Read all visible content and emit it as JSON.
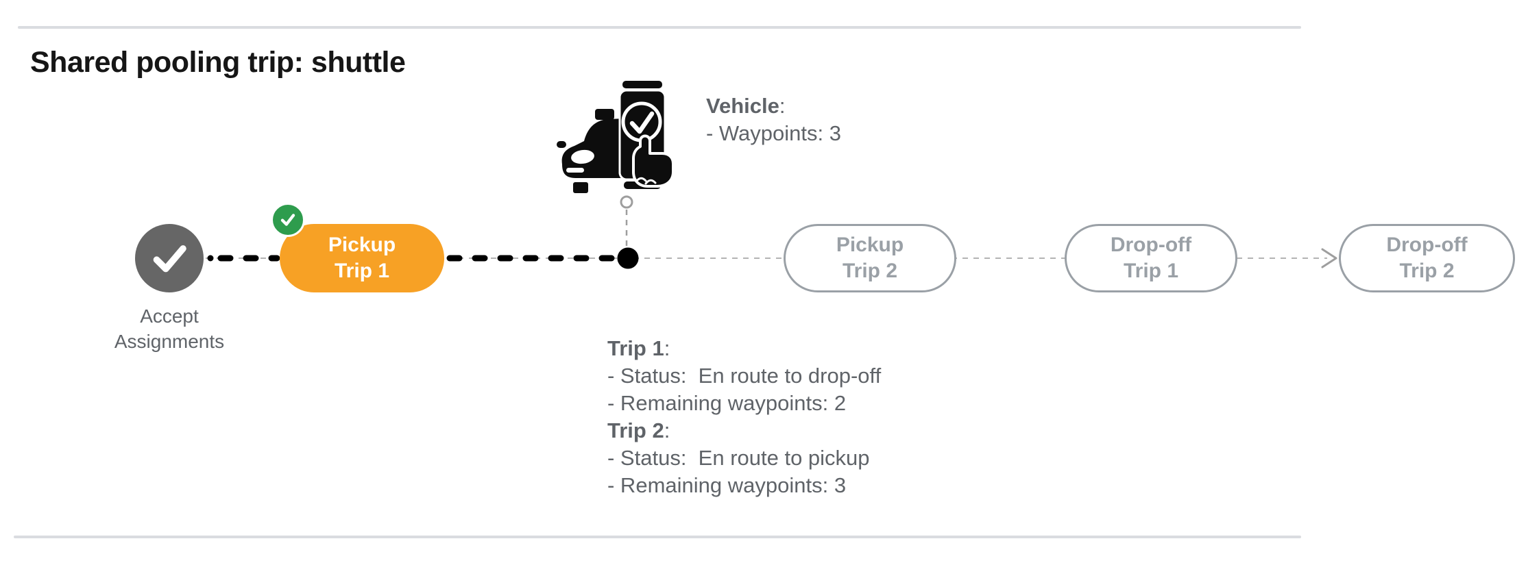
{
  "title": "Shared pooling trip: shuttle",
  "vehicle_info": {
    "label": "Vehicle",
    "colon": ":",
    "lines": [
      "- Waypoints: 3"
    ]
  },
  "timeline": {
    "start_node": {
      "label_lines": [
        "Accept",
        "Assignments"
      ]
    },
    "stops": [
      {
        "lines": [
          "Pickup",
          "Trip 1"
        ],
        "state": "active"
      },
      {
        "lines": [
          "Pickup",
          "Trip 2"
        ],
        "state": "pending"
      },
      {
        "lines": [
          "Drop-off",
          "Trip 1"
        ],
        "state": "pending"
      },
      {
        "lines": [
          "Drop-off",
          "Trip 2"
        ],
        "state": "pending"
      }
    ]
  },
  "trip_info": [
    {
      "label": "Trip 1",
      "colon": ":",
      "lines": [
        "- Status:  En route to drop-off",
        "- Remaining waypoints: 2"
      ]
    },
    {
      "label": "Trip 2",
      "colon": ":",
      "lines": [
        "- Status:  En route to pickup",
        "- Remaining waypoints: 3"
      ]
    }
  ],
  "colors": {
    "active_stop_fill": "#F7A125",
    "completed_badge": "#2E9C4D",
    "start_node_fill": "#666666",
    "pending_outline": "#9AA0A6",
    "body_text": "#5F6368",
    "progress_line": "#000000",
    "route_line": "#B3B3B3",
    "divider": "#DADCE0"
  }
}
